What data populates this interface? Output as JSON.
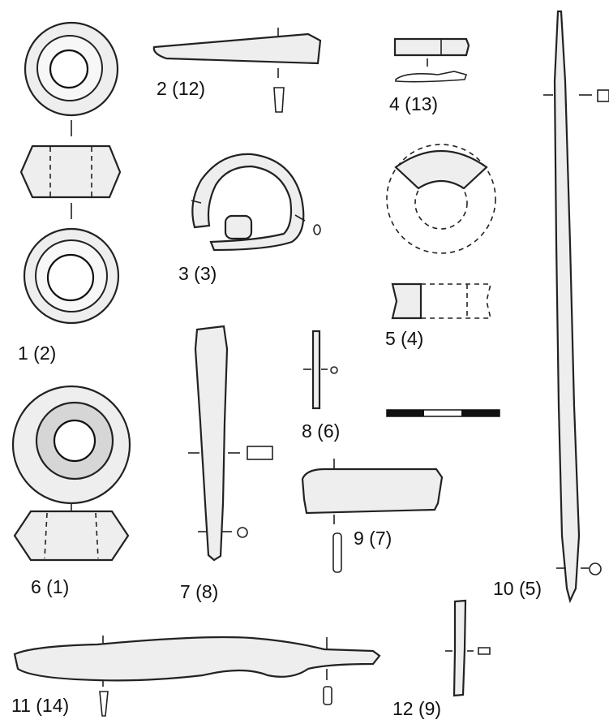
{
  "figures": [
    {
      "id": "1",
      "label": "1 (2)"
    },
    {
      "id": "2",
      "label": "2 (12)"
    },
    {
      "id": "3",
      "label": "3 (3)"
    },
    {
      "id": "4",
      "label": "4 (13)"
    },
    {
      "id": "5",
      "label": "5 (4)"
    },
    {
      "id": "6",
      "label": "6 (1)"
    },
    {
      "id": "7",
      "label": "7 (8)"
    },
    {
      "id": "8",
      "label": "8 (6)"
    },
    {
      "id": "9",
      "label": "9 (7)"
    },
    {
      "id": "10",
      "label": "10 (5)"
    },
    {
      "id": "11",
      "label": "11 (14)"
    },
    {
      "id": "12",
      "label": "12 (9)"
    }
  ],
  "colors": {
    "ink": "#222222",
    "fill": "#eeeeee",
    "background": "#ffffff"
  }
}
